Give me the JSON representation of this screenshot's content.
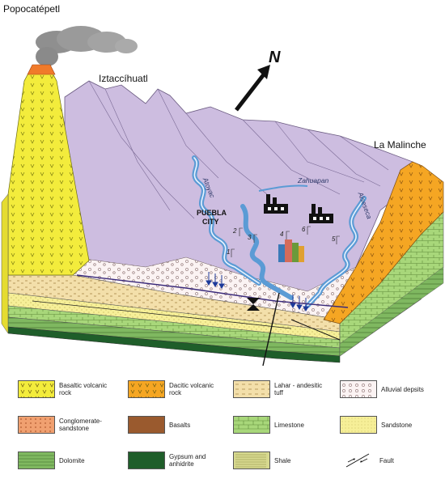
{
  "labels": {
    "popocatepetl": "Popocatépetl",
    "iztaccihuatl": "Iztaccíhuatl",
    "la_malinche": "La Malinche",
    "north": "N",
    "zahuapan": "Zahuapan",
    "atoyac": "Atoyac",
    "alseseca": "Alseseca",
    "puebla": "PUEBLA",
    "city": "CITY",
    "sites": [
      "1",
      "2",
      "3",
      "4",
      "5",
      "6"
    ]
  },
  "legend": [
    {
      "label": "Basaltic volcanic rock",
      "color": "#f3ec3c",
      "pattern": "v"
    },
    {
      "label": "Dacitic volcanic rock",
      "color": "#f5a623",
      "pattern": "v"
    },
    {
      "label": "Lahar - andesitic tuff",
      "color": "#f3dfaa",
      "pattern": "dash"
    },
    {
      "label": "Alluvial depsits",
      "color": "#fbf3f3",
      "pattern": "circle"
    },
    {
      "label": "Conglomerate-sandstone",
      "color": "#f0a070",
      "pattern": "dot"
    },
    {
      "label": "Basalts",
      "color": "#9a5a2e",
      "pattern": "none"
    },
    {
      "label": "Limestone",
      "color": "#a8d77a",
      "pattern": "brick"
    },
    {
      "label": "Sandstone",
      "color": "#f6ef98",
      "pattern": "stipple"
    },
    {
      "label": "Dolomite",
      "color": "#7fb860",
      "pattern": "line"
    },
    {
      "label": "Gypsum and anhidrite",
      "color": "#1f5e2a",
      "pattern": "none"
    },
    {
      "label": "Shale",
      "color": "#d7d98f",
      "pattern": "hline"
    },
    {
      "label": "Fault",
      "color": "#ffffff",
      "pattern": "fault"
    }
  ]
}
